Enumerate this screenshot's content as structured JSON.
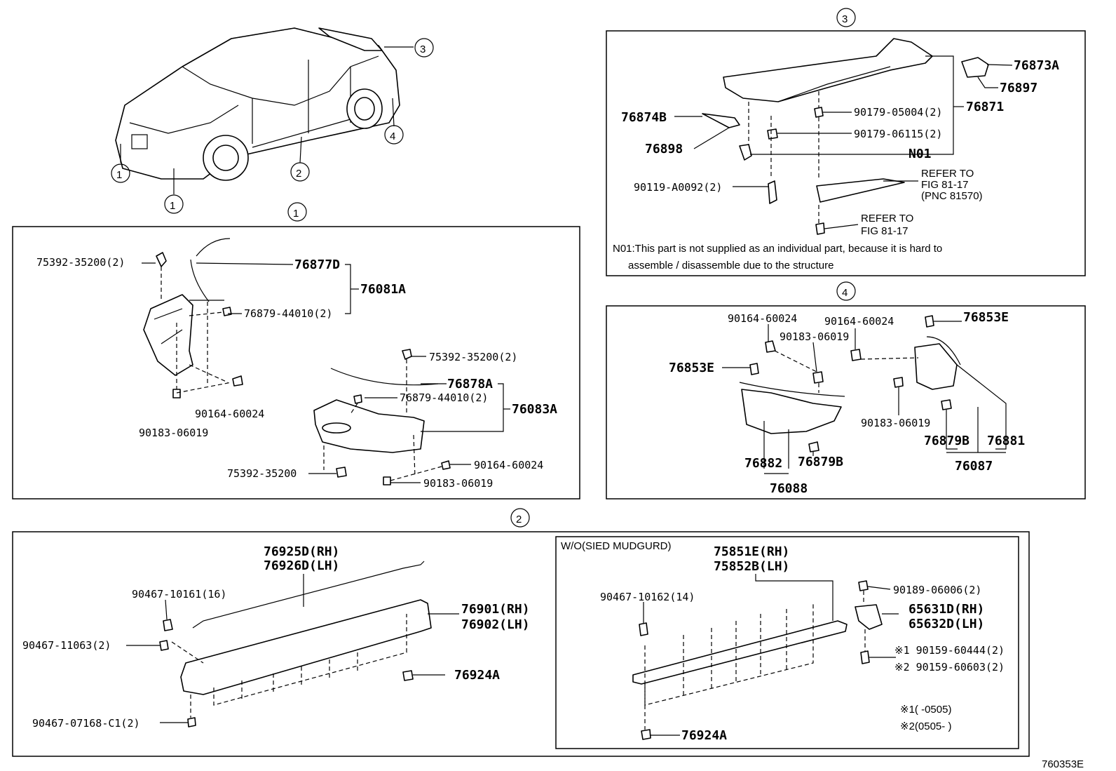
{
  "callouts": {
    "c1": "①",
    "c2": "②",
    "c3": "③",
    "c4": "④"
  },
  "front": {
    "p75392_a": "75392-35200(2)",
    "p76877D": "76877D",
    "p76081A": "76081A",
    "p76879_a": "76879-44010(2)",
    "p90164_a": "90164-60024",
    "p90183_a": "90183-06019",
    "p75392_b": "75392-35200(2)",
    "p76878A": "76878A",
    "p76879_b": "76879-44010(2)",
    "p76083A": "76083A",
    "p75392_c": "75392-35200",
    "p90164_b": "90164-60024",
    "p90183_b": "90183-06019"
  },
  "spoiler": {
    "p76873A": "76873A",
    "p76897": "76897",
    "p76871": "76871",
    "p76874B": "76874B",
    "p90179_1": "90179-05004(2)",
    "p90179_2": "90179-06115(2)",
    "p76898": "76898",
    "pN01": "N01",
    "p90119": "90119-A0092(2)",
    "refer1_a": "REFER TO",
    "refer1_b": "FIG  81-17",
    "refer1_c": "(PNC 81570)",
    "refer2_a": "REFER TO",
    "refer2_b": "FIG  81-17",
    "note1": "N01:This part is not supplied as an individual part, because it is hard to",
    "note2": "assemble / disassemble due to the structure"
  },
  "rear": {
    "p90164_a": "90164-60024",
    "p90164_b": "90164-60024",
    "p76853E_a": "76853E",
    "p90183_a": "90183-06019",
    "p76853E_b": "76853E",
    "p90183_b": "90183-06019",
    "p76879B_a": "76879B",
    "p76881": "76881",
    "p76882": "76882",
    "p76879B_b": "76879B",
    "p76087": "76087",
    "p76088": "76088"
  },
  "side": {
    "p76925D": "76925D(RH)",
    "p76926D": "76926D(LH)",
    "p90467_10161": "90467-10161(16)",
    "p76901": "76901(RH)",
    "p76902": "76902(LH)",
    "p90467_11063": "90467-11063(2)",
    "p76924A": "76924A",
    "p90467_07168": "90467-07168-C1(2)"
  },
  "mudguard": {
    "title": "W/O(SIED MUDGURD)",
    "p75851E": "75851E(RH)",
    "p75852B": "75852B(LH)",
    "p90467_10162": "90467-10162(14)",
    "p90189": "90189-06006(2)",
    "p65631D": "65631D(RH)",
    "p65632D": "65632D(LH)",
    "p90159_1": "※1 90159-60444(2)",
    "p90159_2": "※2 90159-60603(2)",
    "note1": "※1(   -0505)",
    "note2": "※2(0505-   )",
    "p76924A": "76924A"
  },
  "figure_id": "760353E"
}
